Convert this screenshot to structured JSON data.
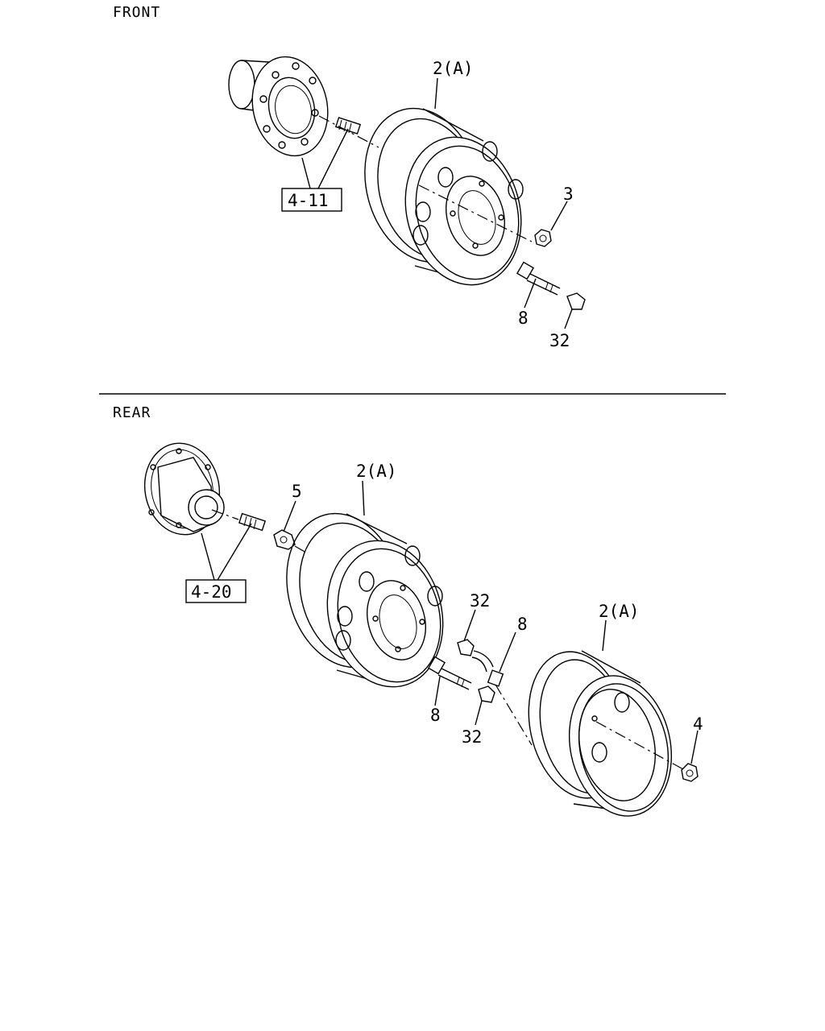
{
  "sections": {
    "front": "FRONT",
    "rear": "REAR"
  },
  "front": {
    "wheel_label": "2(A)",
    "hub_ref": "4-11",
    "nut_label": "3",
    "valve_label": "8",
    "cap_label": "32"
  },
  "rear": {
    "inner_wheel_label": "2(A)",
    "outer_wheel_label": "2(A)",
    "hub_ref": "4-20",
    "inner_nut_label": "5",
    "outer_nut_label": "4",
    "inner_valve_label": "8",
    "inner_cap_label": "32",
    "outer_valve_label": "8",
    "outer_cap_label": "32"
  }
}
